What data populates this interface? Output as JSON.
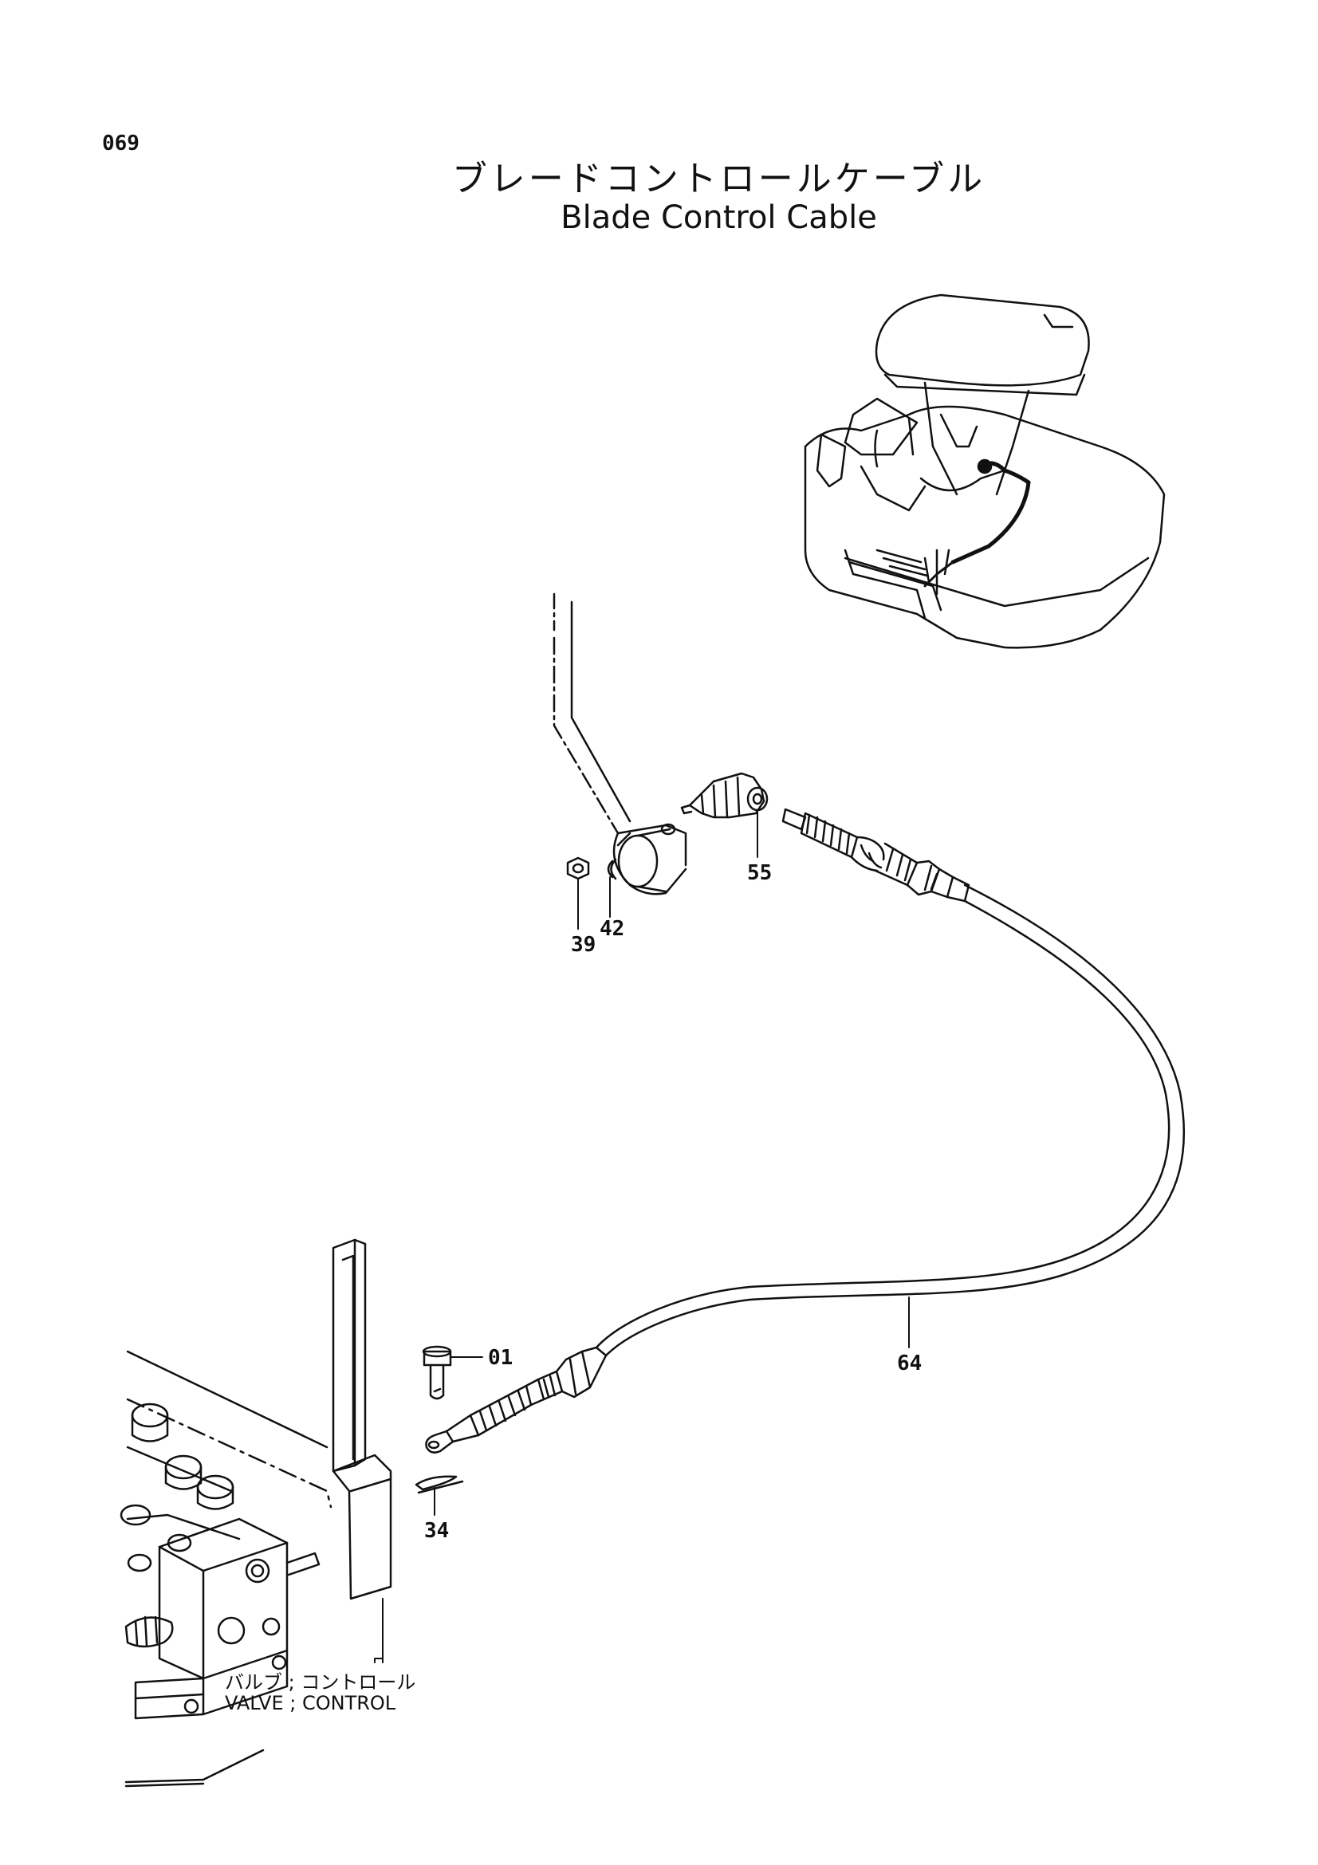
{
  "page": {
    "number": "069",
    "title_jp": "ブレードコントロールケーブル",
    "title_en": "Blade Control Cable"
  },
  "callouts": [
    {
      "id": "p01",
      "label": "01"
    },
    {
      "id": "p34",
      "label": "34"
    },
    {
      "id": "p39",
      "label": "39"
    },
    {
      "id": "p42",
      "label": "42"
    },
    {
      "id": "p55",
      "label": "55"
    },
    {
      "id": "p64",
      "label": "64"
    }
  ],
  "valve_label": {
    "jp": "バルブ ; コントロール",
    "en": "VALVE ; CONTROL"
  },
  "colors": {
    "ink": "#111111",
    "paper": "#ffffff"
  }
}
